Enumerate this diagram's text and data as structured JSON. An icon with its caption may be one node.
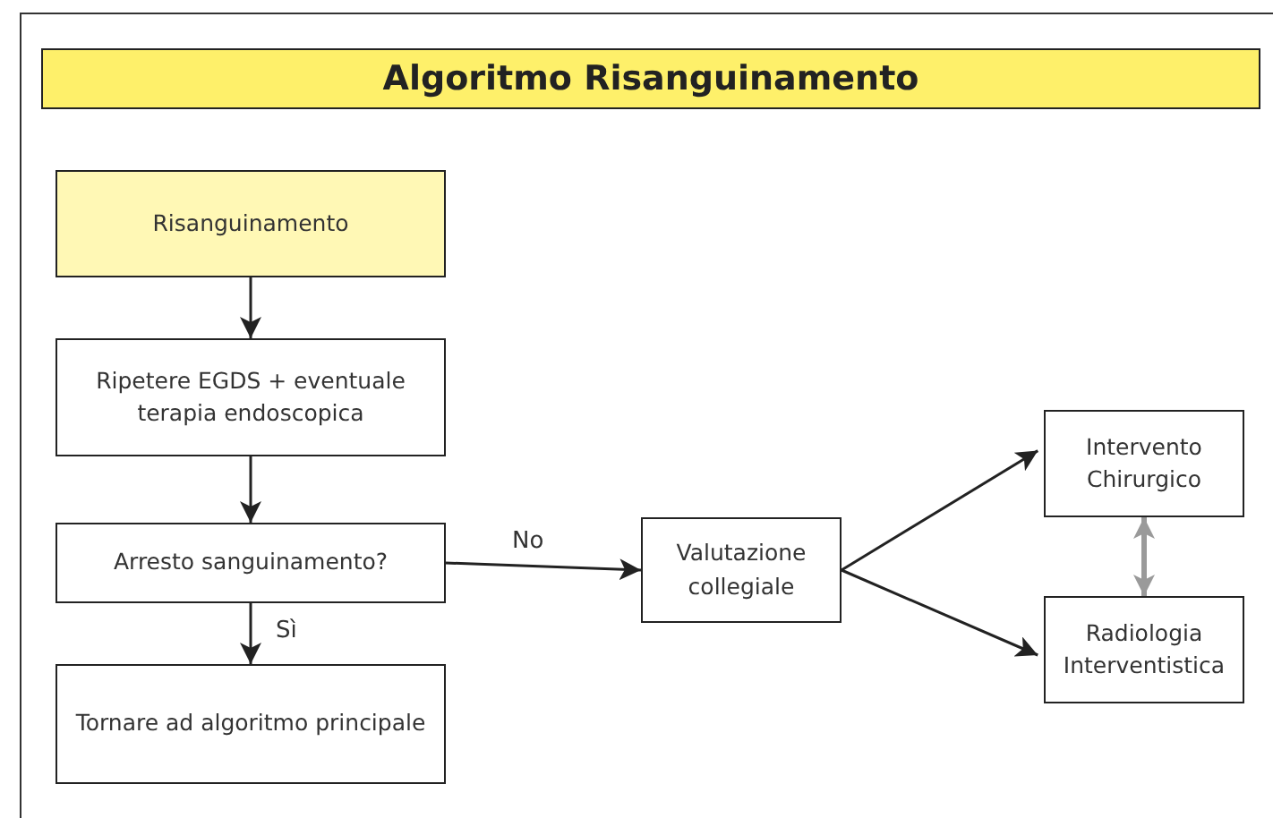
{
  "diagram": {
    "title": "Algoritmo Risanguinamento",
    "nodes": [
      {
        "text": [
          "Risanguinamento"
        ]
      },
      {
        "text": [
          "Ripetere EGDS + eventuale terapia endoscopica"
        ]
      },
      {
        "text": [
          "Arresto sanguinamento?"
        ]
      },
      {
        "text": [
          "Tornare ad algoritmo principale"
        ]
      },
      {
        "text": [
          "Valutazione collegiale"
        ]
      },
      {
        "text": [
          "Intervento Chirurgico"
        ]
      },
      {
        "text": [
          "Radiologia Interventistica"
        ]
      }
    ],
    "edges": [
      {
        "from": 0,
        "to": 1,
        "arrow": "to"
      },
      {
        "from": 1,
        "to": 2,
        "arrow": "to"
      },
      {
        "from": 2,
        "to": 3,
        "arrow": "to",
        "label": "Sì"
      },
      {
        "from": 2,
        "to": 4,
        "arrow": "to",
        "label": "No"
      },
      {
        "from": 4,
        "to": 5,
        "arrow": "to"
      },
      {
        "from": 4,
        "to": 6,
        "arrow": "to"
      },
      {
        "from": 5,
        "to": 6,
        "arrow": "both",
        "style": "thick",
        "color": "#9a9a9a"
      }
    ]
  }
}
